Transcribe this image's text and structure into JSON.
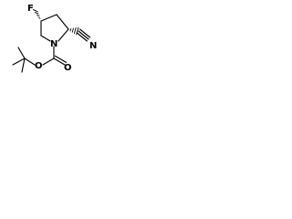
{
  "molecule": {
    "atoms": {
      "fluorine": "F",
      "nitrogen": "N",
      "ring_oxygen_bond": "O",
      "carbonyl_oxygen": "O",
      "nitrile_nitrogen": "N"
    }
  },
  "colors": {
    "bond": "#000000",
    "background": "#ffffff"
  }
}
